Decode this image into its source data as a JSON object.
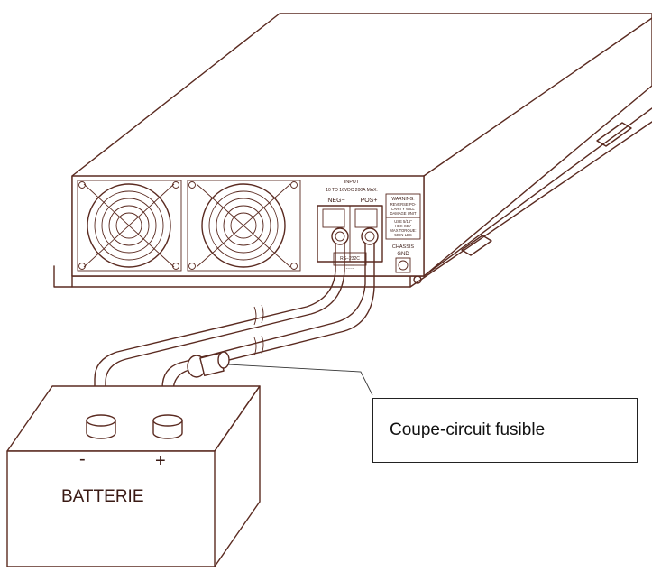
{
  "panel": {
    "input_title": "INPUT",
    "input_spec": "10 TO 16VDC 200A MAX.",
    "neg_label": "NEG−",
    "pos_label": "POS+",
    "warning_title": "WARNING:",
    "warning_line1": "REVERSE PO-",
    "warning_line2": "LARITY WILL",
    "warning_line3": "DAMAGE UNIT",
    "torque_line1": "USE 5/16\"",
    "torque_line2": "HEX KEY",
    "torque_line3": "MAX TORQUE:",
    "torque_line4": "50 IN-LBS",
    "chassis_line1": "CHASSIS",
    "chassis_line2": "GND",
    "rs232_label": "RS−232C"
  },
  "battery": {
    "minus": "-",
    "plus": "+",
    "label": "BATTERIE"
  },
  "callout": {
    "label": "Coupe-circuit fusible"
  }
}
